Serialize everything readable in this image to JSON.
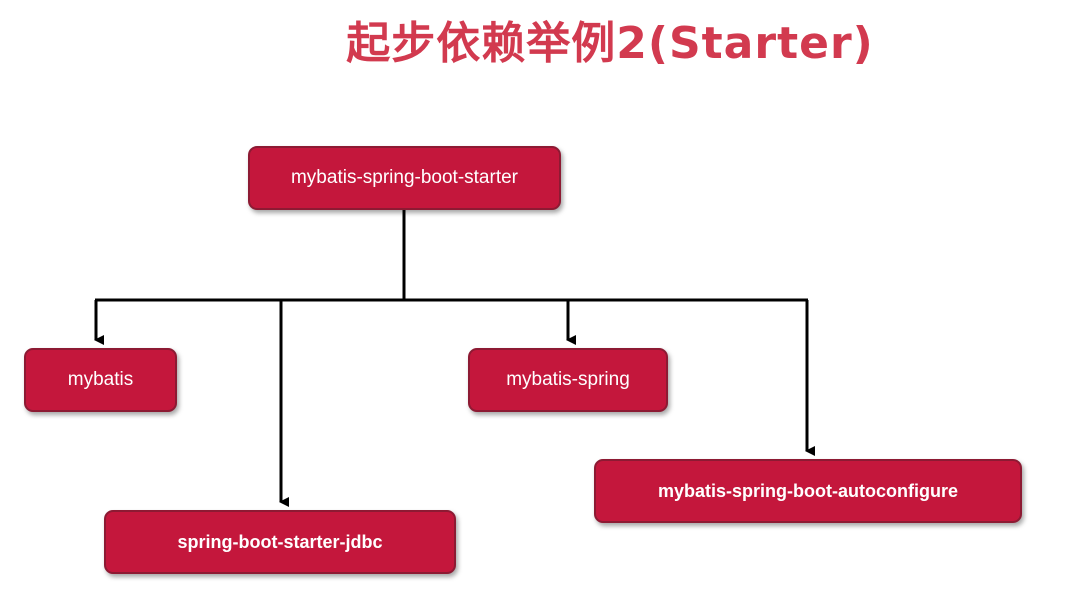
{
  "title": "起步依赖举例2(Starter)",
  "colors": {
    "title": "#d23a4f",
    "node_fill": "#c4173c",
    "node_border": "#8d1a33",
    "edge": "#000000"
  },
  "nodes": {
    "root": "mybatis-spring-boot-starter",
    "mybatis": "mybatis",
    "mybatis_spring": "mybatis-spring",
    "jdbc": "spring-boot-starter-jdbc",
    "autoconfigure": "mybatis-spring-boot-autoconfigure"
  },
  "edges": [
    {
      "from": "mybatis-spring-boot-starter",
      "to": "mybatis"
    },
    {
      "from": "mybatis-spring-boot-starter",
      "to": "spring-boot-starter-jdbc"
    },
    {
      "from": "mybatis-spring-boot-starter",
      "to": "mybatis-spring"
    },
    {
      "from": "mybatis-spring-boot-starter",
      "to": "mybatis-spring-boot-autoconfigure"
    }
  ]
}
